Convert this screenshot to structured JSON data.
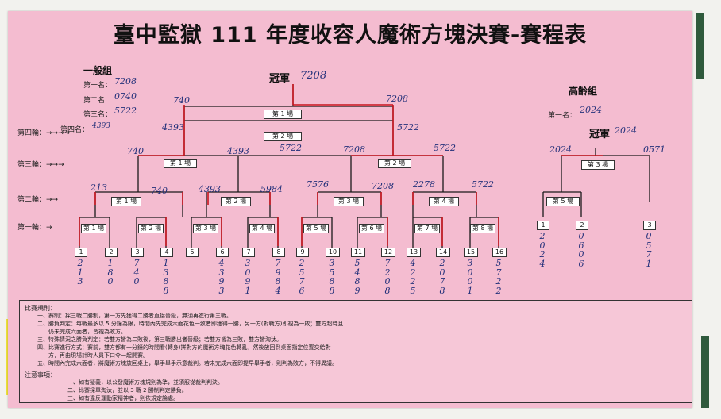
{
  "title": "臺中監獄 111 年度收容人魔術方塊決賽-賽程表",
  "general": {
    "heading": "一般組",
    "ranks": [
      {
        "label": "第一名：",
        "value": "7208"
      },
      {
        "label": "第二名",
        "value": "0740"
      },
      {
        "label": "第三名：",
        "value": "5722"
      }
    ],
    "fourth_label": "第四名：",
    "fourth_value": "4393"
  },
  "champion": {
    "label": "冠軍",
    "value": "7208"
  },
  "round_labels": {
    "r4": "第四輪：→→→→",
    "r3": "第三輪：→→→",
    "r2": "第二輪：→→",
    "r1": "第一輪：→"
  },
  "matches": {
    "top": "第 1 場",
    "second": "第 2 場",
    "r3_1": "第 1 場",
    "r3_2": "第 2 場",
    "r2_1": "第 1 場",
    "r2_2": "第 2 場",
    "r2_3": "第 3 場",
    "r2_4": "第 4 場",
    "r1_1": "第 1 場",
    "r1_2": "第 2 場",
    "r1_3": "第 3 場",
    "r1_4": "第 4 場",
    "r1_5": "第 5 場",
    "r1_6": "第 6 場",
    "r1_7": "第 7 場",
    "r1_8": "第 8 場"
  },
  "bracket_winners": {
    "final_left": "740",
    "final_right": "7208",
    "semi_left": "4393",
    "semi_right": "5722",
    "r3_1_left": "740",
    "r3_1_right": "4393",
    "r3_2_left": "5722",
    "r3_2_right": "7208",
    "r3_2_far": "5722",
    "r2_a": "213",
    "r2_b": "740",
    "r2_c": "4393",
    "r2_d": "5984",
    "r2_e": "7576",
    "r2_f": "7208",
    "r2_g": "2278",
    "r2_h": "5722"
  },
  "slots": [
    "1",
    "2",
    "3",
    "4",
    "5",
    "6",
    "7",
    "8",
    "9",
    "10",
    "11",
    "12",
    "13",
    "14",
    "15",
    "16"
  ],
  "player_ids": [
    "2\n1\n3",
    "1\n8\n0",
    "7\n4\n0",
    "1\n3\n8\n8",
    "",
    "4\n3\n9\n3",
    "3\n0\n9\n1",
    "7\n9\n8\n4",
    "2\n5\n7\n6",
    "3\n5\n8\n8",
    "5\n4\n8\n9",
    "7\n2\n0\n8",
    "4\n2\n2\n5",
    "2\n0\n7\n8",
    "3\n0\n0\n1",
    "5\n7\n2\n2"
  ],
  "senior": {
    "heading": "高齡組",
    "rank_label": "第一名：",
    "rank_value": "2024",
    "champion_label": "冠軍",
    "champion_value": "2024",
    "match3": "第 3 場",
    "match5": "第 5 場",
    "final_left": "2024",
    "final_right": "0571",
    "slots": [
      "1",
      "2",
      "3"
    ],
    "ids": [
      "2\n0\n2\n4",
      "0\n6\n0\n6",
      "0\n5\n7\n1"
    ]
  },
  "rules": {
    "heading": "比賽規則：",
    "items": [
      "一、賽制：採三戰二勝制，第一方先獲得二勝者直接晉級，無須再進行第三戰。",
      "二、勝負判定：每戰最多以 5 分鐘為限，時間內先完成六面花色一致者即獲得一勝，另一方(對戰方)即視為一敗；雙方超時且",
      "　　仍未完成六面者，皆視為敗方。",
      "三、特殊情況之勝負判定：若雙方皆為二敗後，第三戰勝出者晉級；若雙方皆為三敗，雙方皆淘汰。",
      "四、比賽進行方式：賽前，雙方都有一分鐘的時間看(轉身)拼對方的魔術方塊花色轉亂，然後放回到桌面指定位置交給對",
      "　　方，再由現場計時人員下口令一起開賽。",
      "五、時間內完成六面者，將魔術方塊放回桌上，舉手舉手示意裁判。若未完成六面即提早舉手者，則判為敗方，不得異議。"
    ],
    "notes_heading": "注意事項：",
    "notes": [
      "一、如有疑義，以公發魔術方塊規則為準，並須服從裁判判決。",
      "二、比賽採單淘汰，並以 3 戰 2 勝制判定勝負。",
      "三、如有違反運動家精神者，則依規定論處。"
    ]
  },
  "colors": {
    "poster": "#f4bcd0",
    "bracket_line": "#1a1a1a",
    "red_pen": "#c8141e",
    "ink": "#23307a",
    "tape_yellow": "#f0e23a",
    "tape_green": "#2f5a3c"
  }
}
